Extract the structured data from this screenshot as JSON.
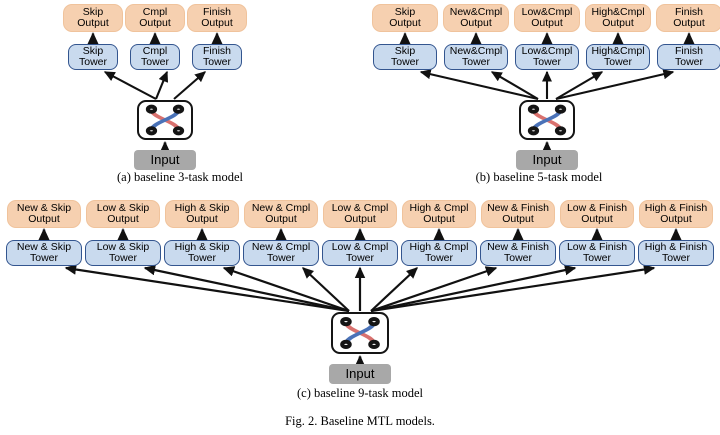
{
  "figure": {
    "label": "Fig. 2.",
    "title": "Baseline MTL models.",
    "caption_full": "Fig. 2.   Baseline MTL models."
  },
  "colors": {
    "output_box_fill": "#f6d0b0",
    "tower_box_fill": "#c9daee",
    "tower_box_border": "#33558f",
    "input_box_fill": "#a8a8a8",
    "shared_block_border": "#151515",
    "expert_line_red": "#d9716e",
    "expert_line_blue": "#4a72b8",
    "arrow_black": "#111111",
    "arrow_blue": "#2c4f8f",
    "background": "#ffffff"
  },
  "shared_block": {
    "name": "shared-bottom-expert",
    "node_count": 4,
    "connections": [
      {
        "from": "top-left",
        "to": "bottom-right",
        "color": "#d9716e"
      },
      {
        "from": "bottom-left",
        "to": "top-right",
        "color": "#4a72b8"
      }
    ]
  },
  "common": {
    "input_label": "Input",
    "output_suffix": "Output",
    "tower_suffix": "Tower"
  },
  "panels": [
    {
      "id": "a",
      "caption": "(a) baseline 3-task model",
      "task_count": 3,
      "tasks": [
        {
          "name": "Skip",
          "output": {
            "l1": "Skip",
            "l2": "Output"
          },
          "tower": {
            "l1": "Skip",
            "l2": "Tower"
          }
        },
        {
          "name": "Cmpl",
          "output": {
            "l1": "Cmpl",
            "l2": "Output"
          },
          "tower": {
            "l1": "Cmpl",
            "l2": "Tower"
          }
        },
        {
          "name": "Finish",
          "output": {
            "l1": "Finish",
            "l2": "Output"
          },
          "tower": {
            "l1": "Finish",
            "l2": "Tower"
          }
        }
      ],
      "input_label": "Input"
    },
    {
      "id": "b",
      "caption": "(b) baseline 5-task model",
      "task_count": 5,
      "tasks": [
        {
          "name": "Skip",
          "output": {
            "l1": "Skip",
            "l2": "Output"
          },
          "tower": {
            "l1": "Skip",
            "l2": "Tower"
          }
        },
        {
          "name": "New&Cmpl",
          "output": {
            "l1": "New&Cmpl",
            "l2": "Output"
          },
          "tower": {
            "l1": "New&Cmpl",
            "l2": "Tower"
          }
        },
        {
          "name": "Low&Cmpl",
          "output": {
            "l1": "Low&Cmpl",
            "l2": "Output"
          },
          "tower": {
            "l1": "Low&Cmpl",
            "l2": "Tower"
          }
        },
        {
          "name": "High&Cmpl",
          "output": {
            "l1": "High&Cmpl",
            "l2": "Output"
          },
          "tower": {
            "l1": "High&Cmpl",
            "l2": "Tower"
          }
        },
        {
          "name": "Finish",
          "output": {
            "l1": "Finish",
            "l2": "Output"
          },
          "tower": {
            "l1": "Finish",
            "l2": "Tower"
          }
        }
      ],
      "input_label": "Input"
    },
    {
      "id": "c",
      "caption": "(c) baseline 9-task model",
      "task_count": 9,
      "tasks": [
        {
          "name": "New & Skip",
          "output": {
            "l1": "New & Skip",
            "l2": "Output"
          },
          "tower": {
            "l1": "New & Skip",
            "l2": "Tower"
          }
        },
        {
          "name": "Low & Skip",
          "output": {
            "l1": "Low & Skip",
            "l2": "Output"
          },
          "tower": {
            "l1": "Low & Skip",
            "l2": "Tower"
          }
        },
        {
          "name": "High & Skip",
          "output": {
            "l1": "High & Skip",
            "l2": "Output"
          },
          "tower": {
            "l1": "High & Skip",
            "l2": "Tower"
          }
        },
        {
          "name": "New & Cmpl",
          "output": {
            "l1": "New & Cmpl",
            "l2": "Output"
          },
          "tower": {
            "l1": "New & Cmpl",
            "l2": "Tower"
          }
        },
        {
          "name": "Low & Cmpl",
          "output": {
            "l1": "Low & Cmpl",
            "l2": "Output"
          },
          "tower": {
            "l1": "Low & Cmpl",
            "l2": "Tower"
          }
        },
        {
          "name": "High & Cmpl",
          "output": {
            "l1": "High & Cmpl",
            "l2": "Output"
          },
          "tower": {
            "l1": "High & Cmpl",
            "l2": "Tower"
          }
        },
        {
          "name": "New & Finish",
          "output": {
            "l1": "New & Finish",
            "l2": "Output"
          },
          "tower": {
            "l1": "New & Finish",
            "l2": "Tower"
          }
        },
        {
          "name": "Low & Finish",
          "output": {
            "l1": "Low & Finish",
            "l2": "Output"
          },
          "tower": {
            "l1": "Low & Finish",
            "l2": "Tower"
          }
        },
        {
          "name": "High & Finish",
          "output": {
            "l1": "High & Finish",
            "l2": "Output"
          },
          "tower": {
            "l1": "High & Finish",
            "l2": "Tower"
          }
        }
      ],
      "input_label": "Input"
    }
  ]
}
